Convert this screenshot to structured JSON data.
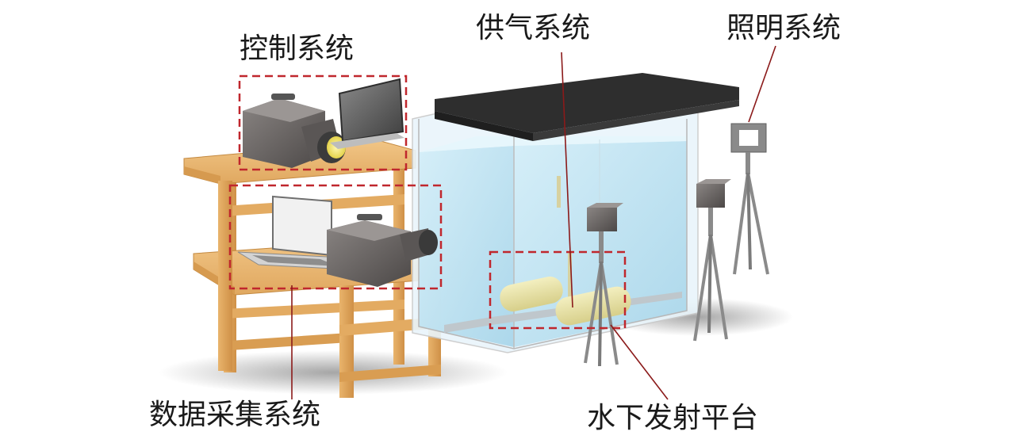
{
  "labels": {
    "control_system": "控制系统",
    "gas_supply_system": "供气系统",
    "lighting_system": "照明系统",
    "data_acquisition_system": "数据采集系统",
    "underwater_launch_platform": "水下发射平台"
  },
  "colors": {
    "highlight_box": "#c0272d",
    "leader_line": "#8b1a1a",
    "table_wood": "#e8b46c",
    "table_wood_dark": "#c98d44",
    "tank_water": "#bfe3f2",
    "tank_lid": "#2e2e2e",
    "camera_body": "#6e6a69",
    "tripod": "#8a8a8a"
  },
  "icons": [
    "high-speed-camera",
    "laptop",
    "tripod",
    "light-panel",
    "launch-tube"
  ]
}
